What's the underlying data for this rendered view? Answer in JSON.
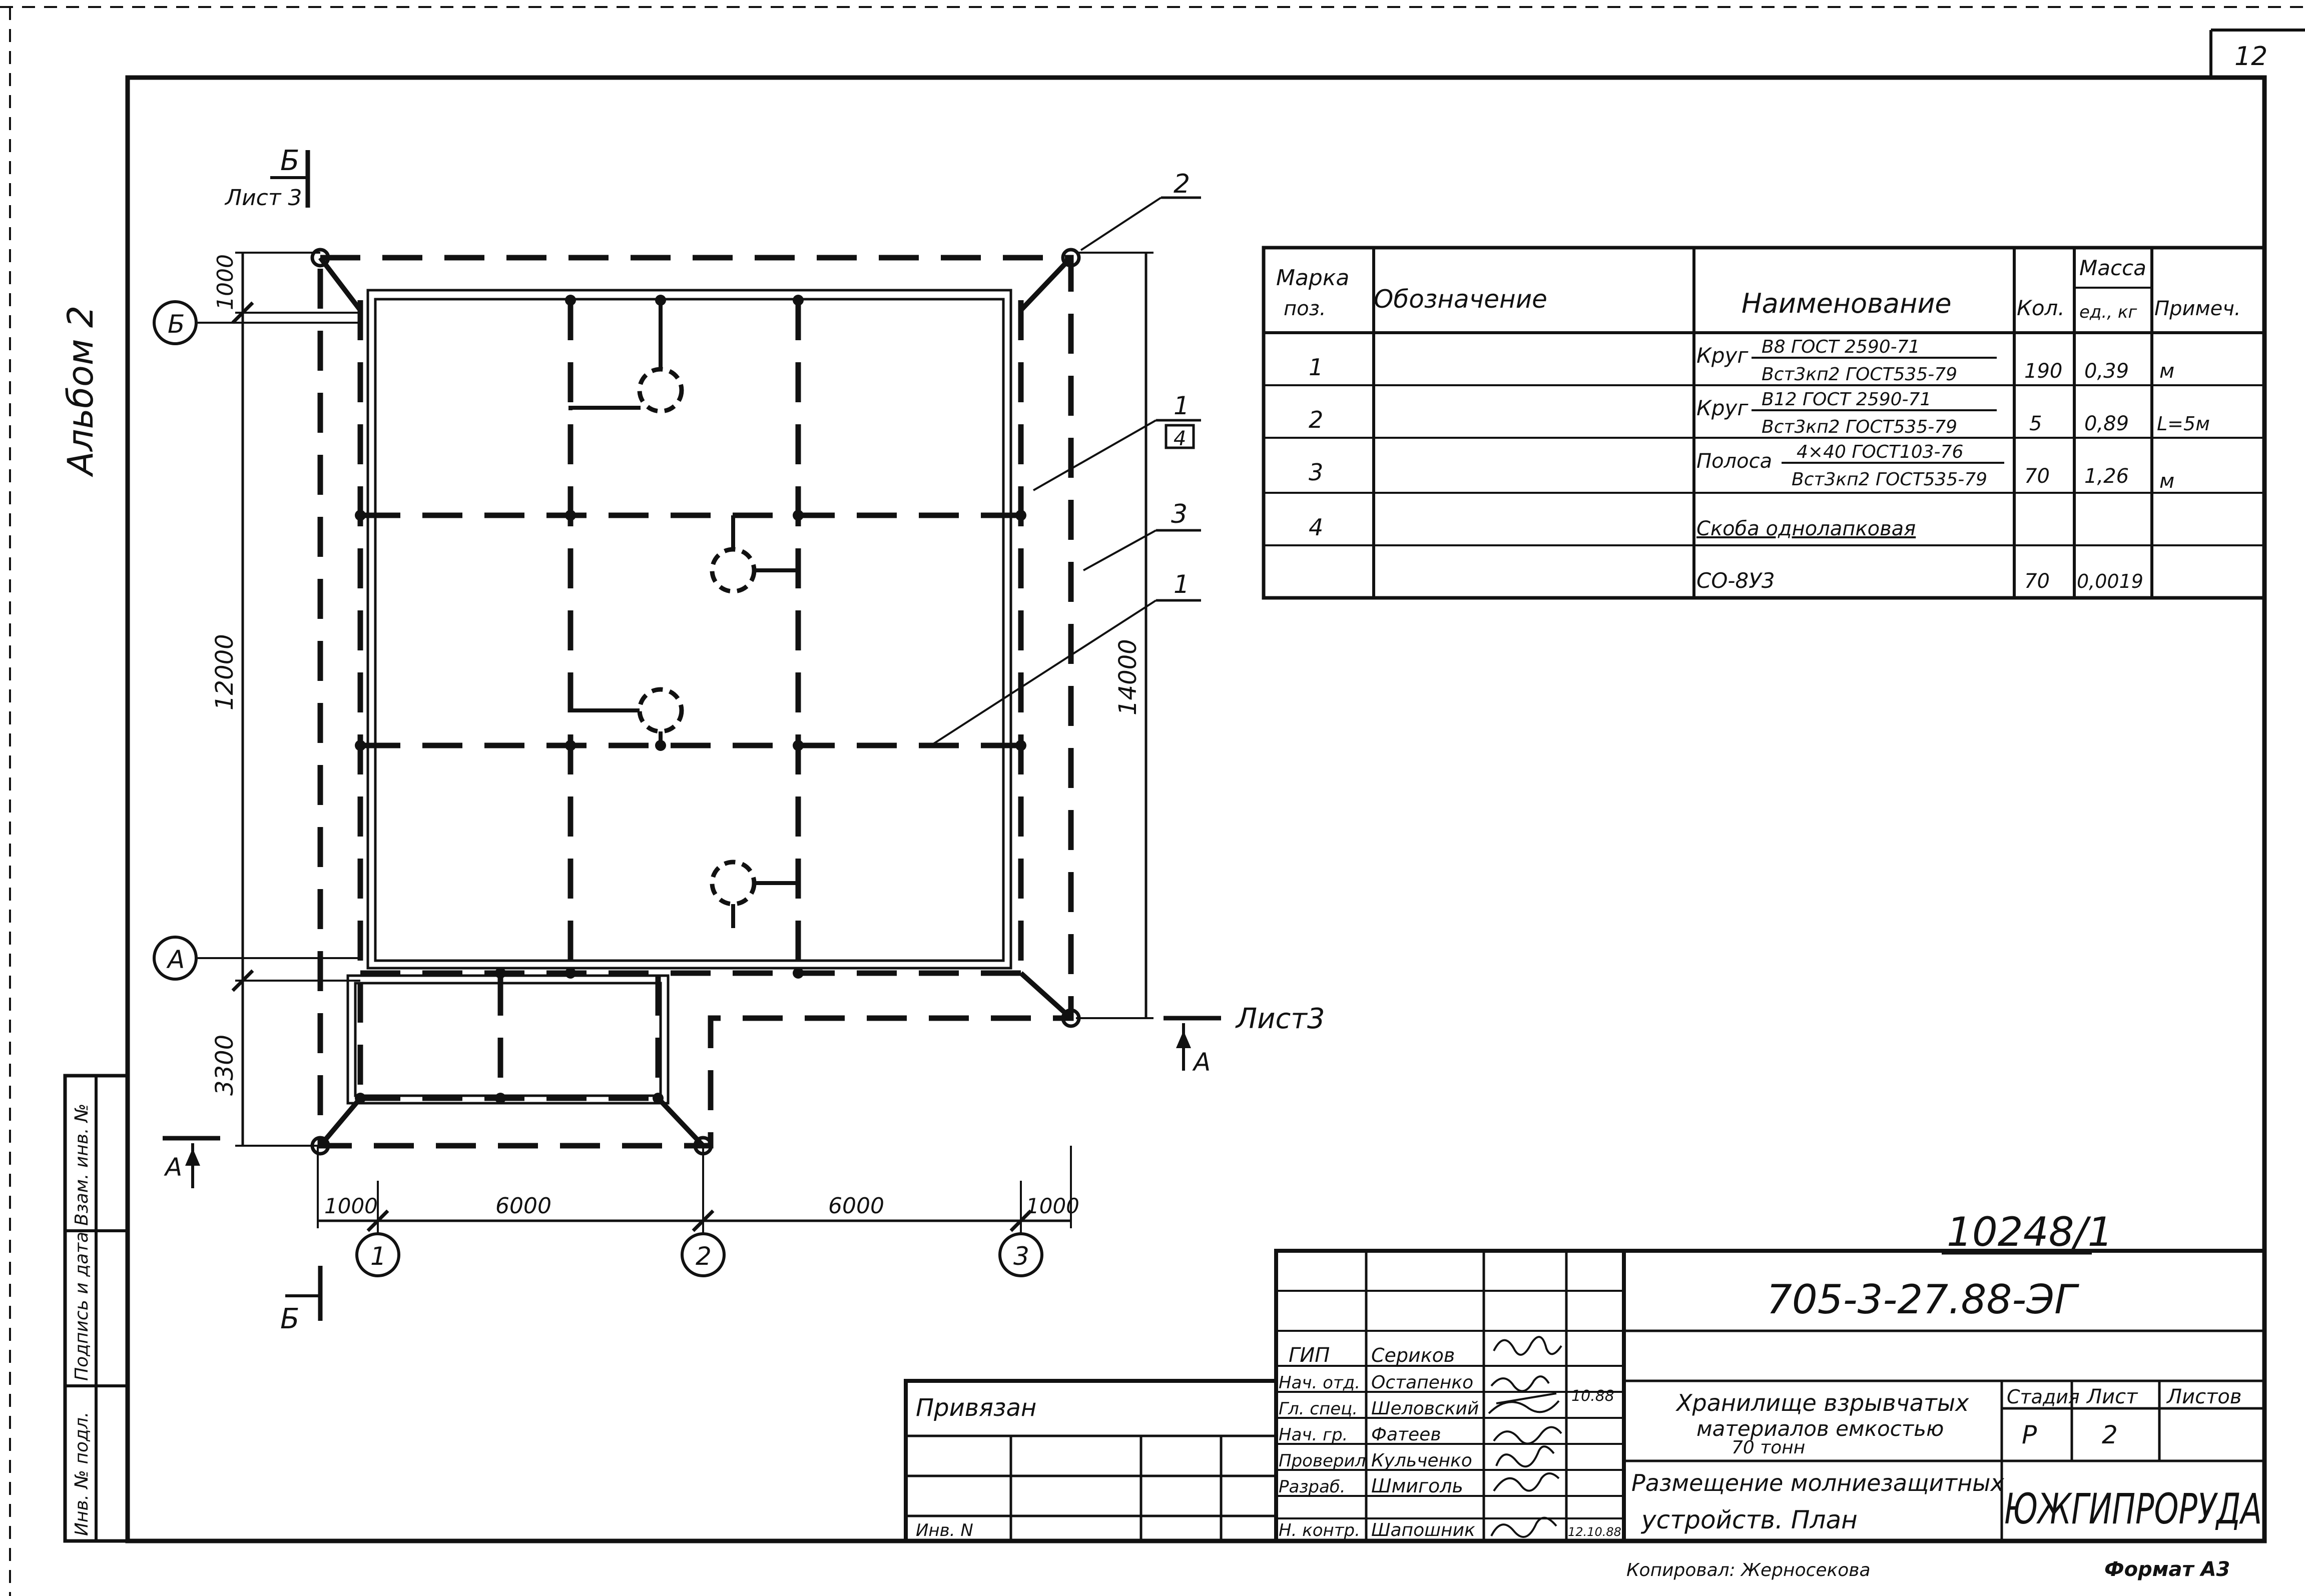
{
  "page_number": "12",
  "album": "Альбом 2",
  "document_no": "10248/1",
  "drawing_code": "705-3-27.88-ЭГ",
  "copied_by": "Копировал: Жерносекова",
  "sheet_format": "Формат А3",
  "sections": {
    "b_top": {
      "letter": "Б",
      "ref": "Лист 3"
    },
    "b_bottom": {
      "letter": "Б"
    },
    "a_right": {
      "ref": "Лист3",
      "letter": "А"
    },
    "a_left": {
      "letter": "А"
    }
  },
  "axes": {
    "rows": [
      "Б",
      "А"
    ],
    "cols": [
      "1",
      "2",
      "3"
    ]
  },
  "dimensions": {
    "left_top": "1000",
    "left_middle": "12000",
    "left_bottom": "3300",
    "right_overall": "14000",
    "bottom": [
      "1000",
      "6000",
      "6000",
      "1000"
    ]
  },
  "callouts": {
    "c1_top": "2",
    "c2": "1",
    "c2_ref": "4",
    "c3": "3",
    "c4": "1"
  },
  "spec_table": {
    "headers": {
      "mark": "Марка",
      "mark_sub": "поз.",
      "designation": "Обозначение",
      "name": "Наименование",
      "qty": "Кол.",
      "mass": "Масса",
      "mass_sub": "ед., кг",
      "note": "Примеч."
    },
    "rows": [
      {
        "pos": "1",
        "prefix": "Круг",
        "num": "В8 ГОСТ 2590-71",
        "den": "Вст3кп2 ГОСТ535-79",
        "qty": "190",
        "mass": "0,39",
        "note": "м"
      },
      {
        "pos": "2",
        "prefix": "Круг",
        "num": "В12 ГОСТ 2590-71",
        "den": "Вст3кп2 ГОСТ535-79",
        "qty": "5",
        "mass": "0,89",
        "note": "L=5м"
      },
      {
        "pos": "3",
        "prefix": "Полоса",
        "num": "4×40 ГОСТ103-76",
        "den": "Вст3кп2 ГОСТ535-79",
        "qty": "70",
        "mass": "1,26",
        "note": "м"
      },
      {
        "pos": "4",
        "name": "Скоба однолапковая",
        "qty": "",
        "mass": "",
        "note": ""
      },
      {
        "pos": "",
        "name": "СО-8У3",
        "qty": "70",
        "mass": "0,0019",
        "note": ""
      }
    ]
  },
  "side_stamp": [
    "Инв. № подл.",
    "Подпись и дата",
    "Взам. инв. №"
  ],
  "title_block": {
    "tied": "Привязан",
    "inv": "Инв. N",
    "people": [
      {
        "role": "ГИП",
        "name": "Сериков",
        "date": ""
      },
      {
        "role": "Нач. отд.",
        "name": "Остапенко",
        "date": ""
      },
      {
        "role": "Гл. спец.",
        "name": "Шеловский",
        "date": "10.88"
      },
      {
        "role": "Нач. гр.",
        "name": "Фатеев",
        "date": ""
      },
      {
        "role": "Проверил",
        "name": "Кульченко",
        "date": ""
      },
      {
        "role": "Разраб.",
        "name": "Шмиголь",
        "date": ""
      },
      {
        "role": "Н. контр.",
        "name": "Шапошник",
        "date": "12.10.88"
      }
    ],
    "object_line1": "Хранилище взрывчатых",
    "object_line2": "материалов емкостью",
    "object_line3": "70 тонн",
    "sheet_title_line1": "Размещение молниезащитных",
    "sheet_title_line2": "устройств. План",
    "stage_label": "Стадия",
    "sheet_label": "Лист",
    "sheets_label": "Листов",
    "stage": "Р",
    "sheet": "2",
    "sheets": "",
    "organization": "ЮЖГИПРОРУДА"
  }
}
